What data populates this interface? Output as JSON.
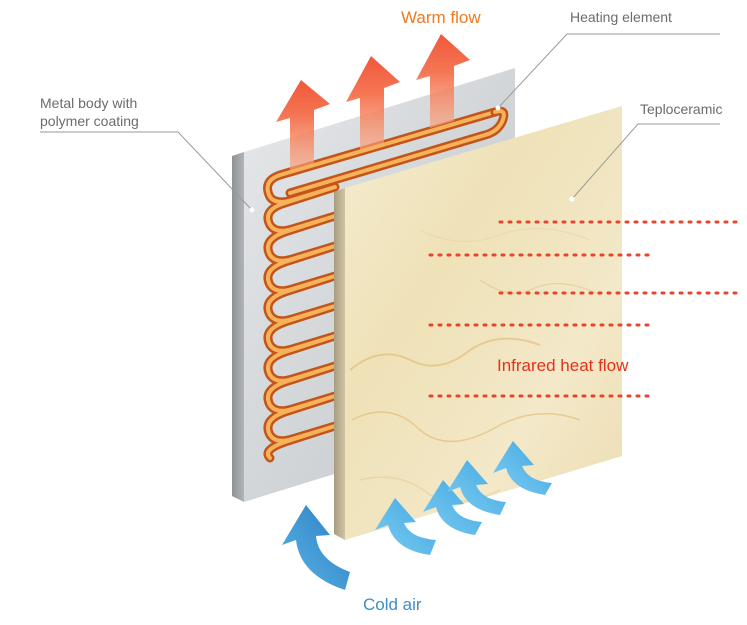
{
  "labels": {
    "metal_body_line1": "Metal body with",
    "metal_body_line2": "polymer coating",
    "heating_element": "Heating element",
    "teploceramic": "Teploceramic",
    "warm_flow": "Warm flow",
    "infrared_heat_flow": "Infrared heat flow",
    "cold_air": "Cold air"
  },
  "colors": {
    "label_gray": "#6b6b6b",
    "warm_flow": "#f07a1e",
    "infrared": "#e4321b",
    "cold_air": "#3d8fc7",
    "metal_panel": "#cfd2d6",
    "heating_coil": "#f39b3b",
    "ceramic": "#f1e6c2",
    "arrow_red": "#f25c3b",
    "arrow_blue": "#4fb3e8",
    "arrow_blue_dark": "#2f7fc0"
  }
}
